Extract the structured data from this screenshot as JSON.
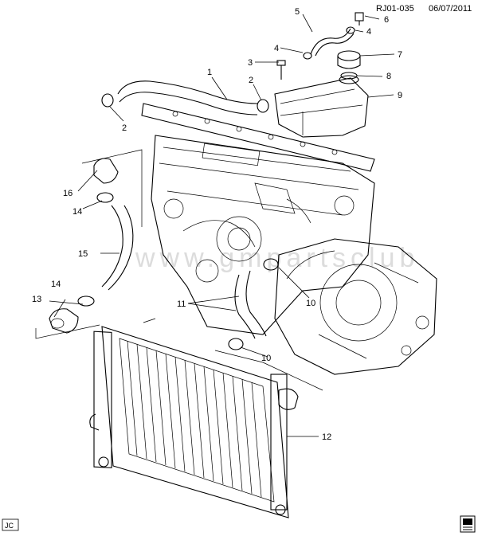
{
  "header": {
    "drawing_id": "RJ01-035",
    "date": "06/07/2011"
  },
  "footer": {
    "corner_code": "JC"
  },
  "watermark": "www.gmpartsclub",
  "callouts": [
    {
      "id": "c1",
      "text": "1"
    },
    {
      "id": "c2a",
      "text": "2"
    },
    {
      "id": "c2b",
      "text": "2"
    },
    {
      "id": "c3",
      "text": "3"
    },
    {
      "id": "c4a",
      "text": "4"
    },
    {
      "id": "c4b",
      "text": "4"
    },
    {
      "id": "c5",
      "text": "5"
    },
    {
      "id": "c6",
      "text": "6"
    },
    {
      "id": "c7",
      "text": "7"
    },
    {
      "id": "c8",
      "text": "8"
    },
    {
      "id": "c9",
      "text": "9"
    },
    {
      "id": "c10a",
      "text": "10"
    },
    {
      "id": "c10b",
      "text": "10"
    },
    {
      "id": "c11",
      "text": "11"
    },
    {
      "id": "c12",
      "text": "12"
    },
    {
      "id": "c13",
      "text": "13"
    },
    {
      "id": "c14a",
      "text": "14"
    },
    {
      "id": "c14b",
      "text": "14"
    },
    {
      "id": "c15",
      "text": "15"
    },
    {
      "id": "c16",
      "text": "16"
    }
  ],
  "icons": {
    "corner_icon": "book-icon"
  }
}
